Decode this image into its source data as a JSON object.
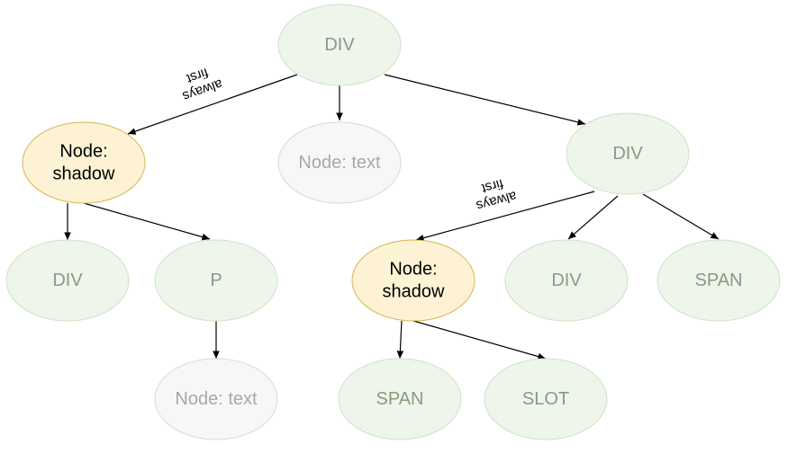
{
  "nodes": [
    {
      "id": "root_div",
      "label": "DIV",
      "kind": "element"
    },
    {
      "id": "shadow_1",
      "label": [
        "Node:",
        "shadow"
      ],
      "kind": "shadow"
    },
    {
      "id": "text_1",
      "label": "Node: text",
      "kind": "text"
    },
    {
      "id": "div_2",
      "label": "DIV",
      "kind": "element"
    },
    {
      "id": "div_3",
      "label": "DIV",
      "kind": "element"
    },
    {
      "id": "p_1",
      "label": "P",
      "kind": "element"
    },
    {
      "id": "shadow_2",
      "label": [
        "Node:",
        "shadow"
      ],
      "kind": "shadow"
    },
    {
      "id": "div_4",
      "label": "DIV",
      "kind": "element"
    },
    {
      "id": "span_1",
      "label": "SPAN",
      "kind": "element"
    },
    {
      "id": "text_2",
      "label": "Node: text",
      "kind": "text"
    },
    {
      "id": "span_2",
      "label": "SPAN",
      "kind": "element"
    },
    {
      "id": "slot_1",
      "label": "SLOT",
      "kind": "element"
    }
  ],
  "edges": [
    {
      "from": "root_div",
      "to": "shadow_1",
      "label": [
        "always",
        "first"
      ]
    },
    {
      "from": "root_div",
      "to": "text_1"
    },
    {
      "from": "root_div",
      "to": "div_2"
    },
    {
      "from": "shadow_1",
      "to": "div_3"
    },
    {
      "from": "shadow_1",
      "to": "p_1"
    },
    {
      "from": "div_2",
      "to": "shadow_2",
      "label": [
        "always",
        "first"
      ]
    },
    {
      "from": "div_2",
      "to": "div_4"
    },
    {
      "from": "div_2",
      "to": "span_1"
    },
    {
      "from": "p_1",
      "to": "text_2"
    },
    {
      "from": "shadow_2",
      "to": "span_2"
    },
    {
      "from": "shadow_2",
      "to": "slot_1"
    }
  ],
  "styles": {
    "element": {
      "fill": "#eef5ea",
      "stroke": "#cfe3c4",
      "text": "#8a9a80"
    },
    "shadow": {
      "fill": "#fdf3d4",
      "stroke": "#d6b656",
      "text": "#000000"
    },
    "text": {
      "fill": "#f7f7f7",
      "stroke": "#d9d9d9",
      "text": "#a8a8a8"
    }
  }
}
